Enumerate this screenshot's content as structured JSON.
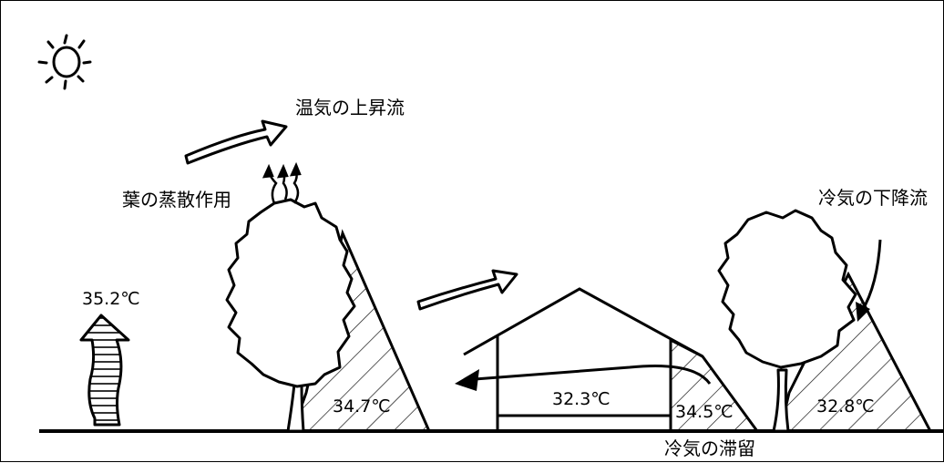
{
  "labels": {
    "rising_flow": "温気の上昇流",
    "transpiration": "葉の蒸散作用",
    "descending_flow": "冷気の下降流",
    "stagnation": "冷気の滞留"
  },
  "temperatures": {
    "open_ground": "35.2℃",
    "tree_shade": "34.7℃",
    "house_inside": "32.3℃",
    "house_shade": "34.5℃",
    "right_tree_shade": "32.8℃"
  },
  "icons": [
    "sun-icon",
    "warm-air-arrow-icon",
    "cool-air-arrow-icon"
  ],
  "colors": {
    "line": "#000000",
    "background": "#ffffff"
  }
}
